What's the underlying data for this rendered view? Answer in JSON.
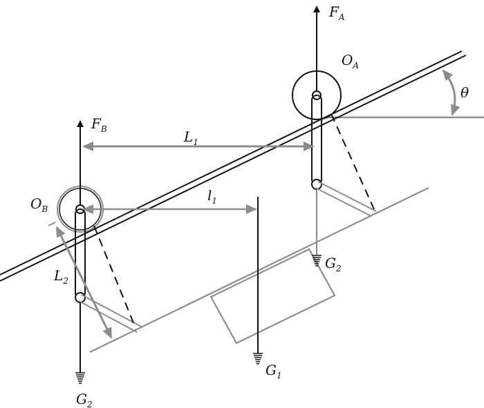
{
  "labels": {
    "FA": {
      "main": "F",
      "sub": "A"
    },
    "FB": {
      "main": "F",
      "sub": "B"
    },
    "OA": {
      "main": "O",
      "sub": "A"
    },
    "OB": {
      "main": "O",
      "sub": "B"
    },
    "theta": {
      "main": "θ"
    },
    "L1": {
      "main": "L",
      "sub": "1"
    },
    "l1": {
      "main": "l",
      "sub": "1"
    },
    "L2": {
      "main": "L",
      "sub": "2"
    },
    "G2_right": {
      "main": "G",
      "sub": "2"
    },
    "G2_left": {
      "main": "G",
      "sub": "2"
    },
    "G1": {
      "main": "G",
      "sub": "1"
    }
  },
  "colors": {
    "black": "#111111",
    "gray": "#8c8c8c",
    "dark_gray": "#6f6f6f"
  }
}
